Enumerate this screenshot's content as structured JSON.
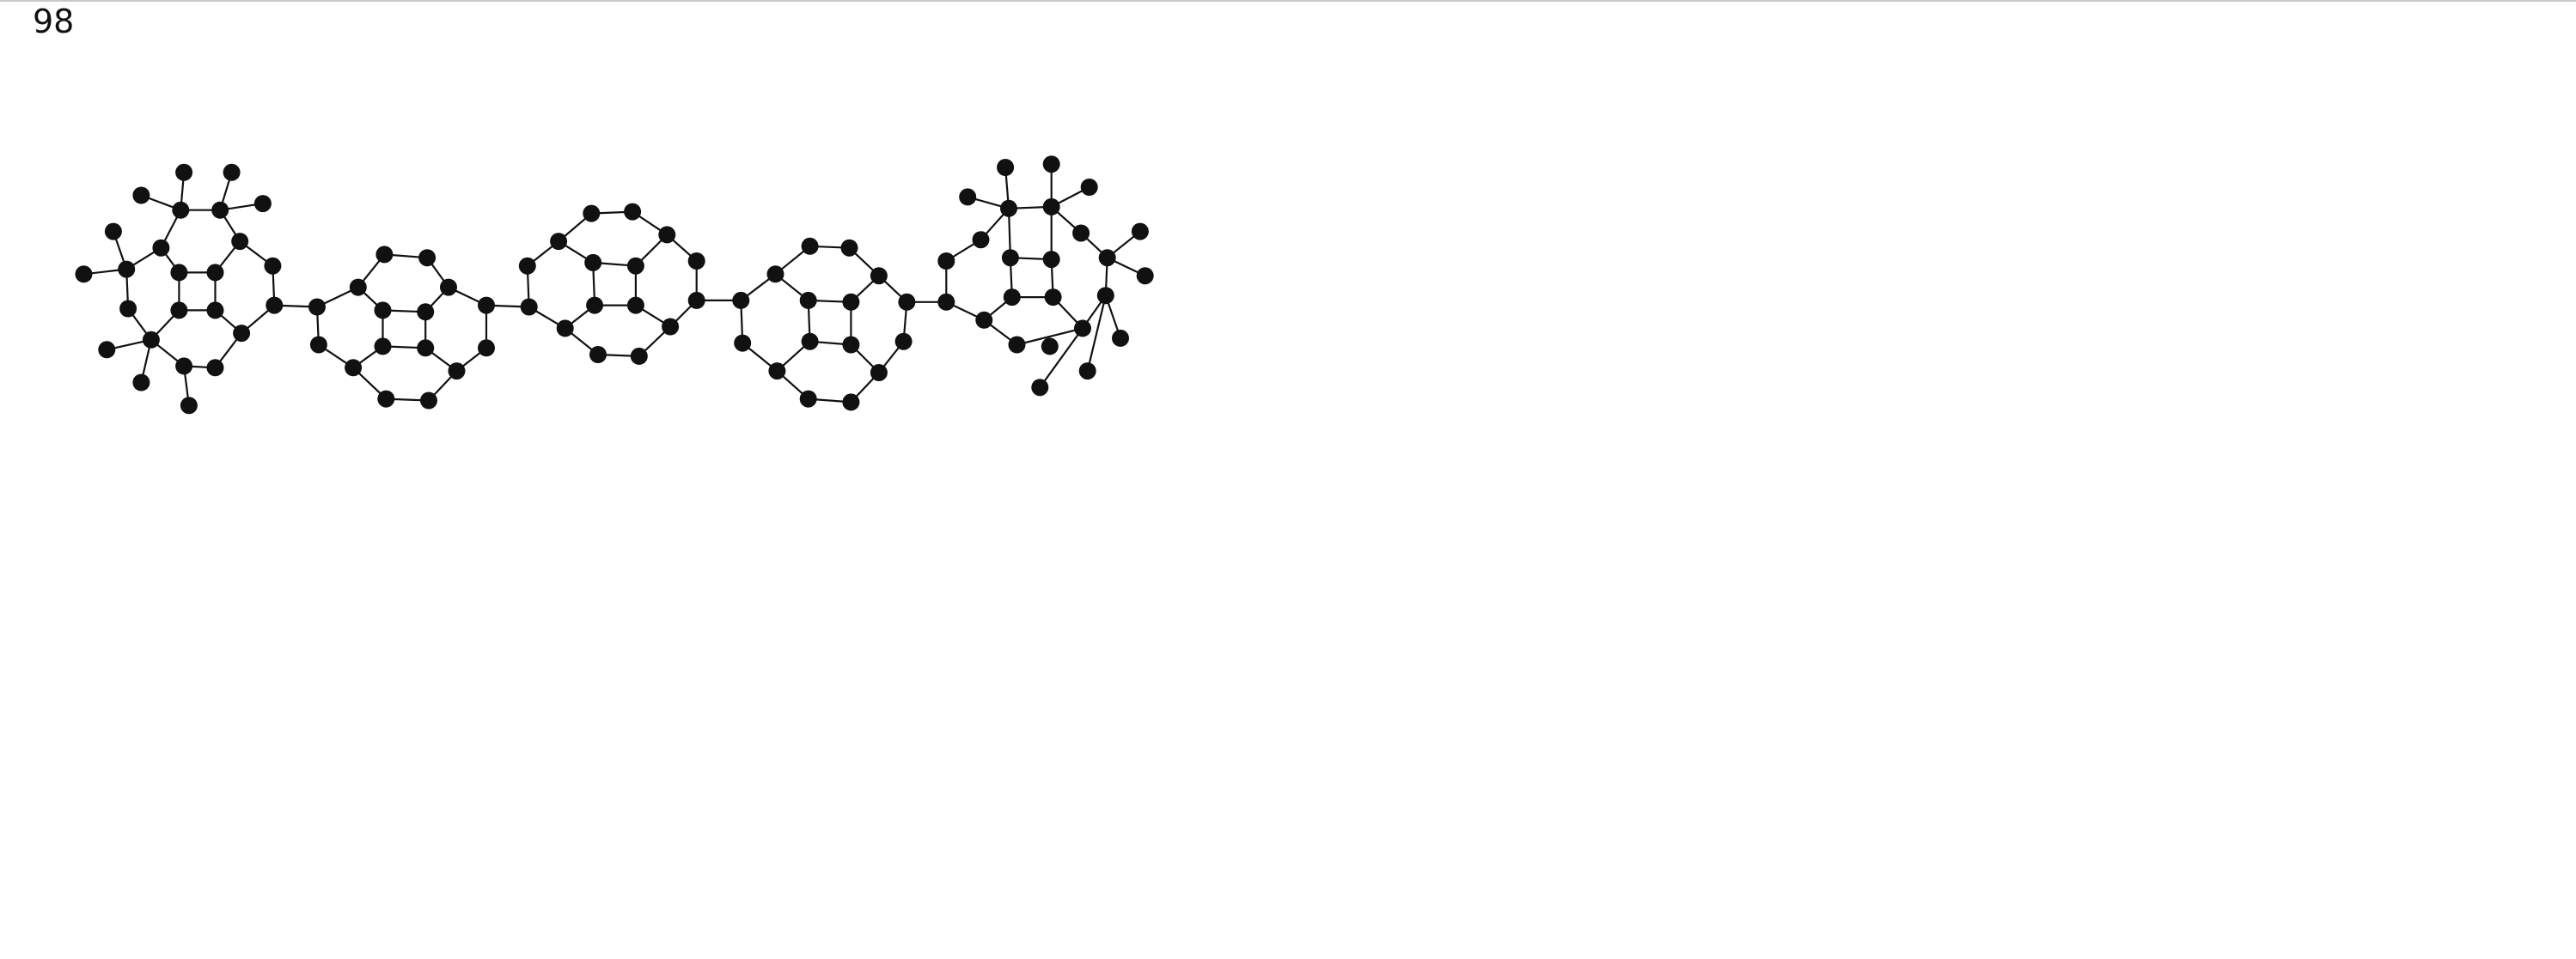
{
  "page_label": "98",
  "colors": {
    "node": "#111111",
    "edge": "#111111",
    "background": "#ffffff"
  },
  "graph": {
    "cells": [
      {
        "id": "cell-1",
        "terminal": true
      },
      {
        "id": "cell-2",
        "terminal": false
      },
      {
        "id": "cell-3",
        "terminal": false
      },
      {
        "id": "cell-4",
        "terminal": false
      },
      {
        "id": "cell-5",
        "terminal": true
      }
    ]
  }
}
